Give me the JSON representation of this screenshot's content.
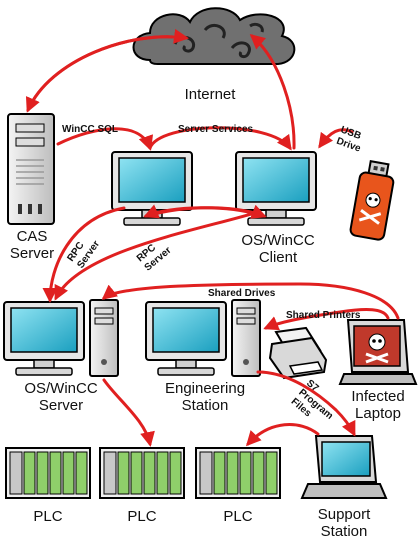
{
  "nodes": {
    "internet": "Internet",
    "cas_server": [
      "CAS",
      "Server"
    ],
    "oswincc_client": [
      "OS/WinCC",
      "Client"
    ],
    "oswincc_server": [
      "OS/WinCC",
      "Server"
    ],
    "engineering_station": [
      "Engineering",
      "Station"
    ],
    "infected_laptop": [
      "Infected",
      "Laptop"
    ],
    "plc_1": "PLC",
    "plc_2": "PLC",
    "plc_3": "PLC",
    "support_station": [
      "Support",
      "Station"
    ]
  },
  "edges": {
    "wincc_sql": "WinCC SQL",
    "server_services": "Server Services",
    "usb_drive": [
      "USB",
      "Drive"
    ],
    "rpc_server_left": [
      "RPC",
      "Server"
    ],
    "rpc_server_right": [
      "RPC",
      "Server"
    ],
    "shared_drives": "Shared Drives",
    "shared_printers": "Shared Printers",
    "s7_program_files": [
      "S7",
      "Program",
      "Files"
    ]
  },
  "colors": {
    "arrow": "#e02020",
    "screen": "#29b7d3",
    "monitor_body": "#e6e6e6",
    "plc_green": "#8fcf6a",
    "cloud": "#6e6e6e",
    "usb_orange": "#e8551c"
  }
}
